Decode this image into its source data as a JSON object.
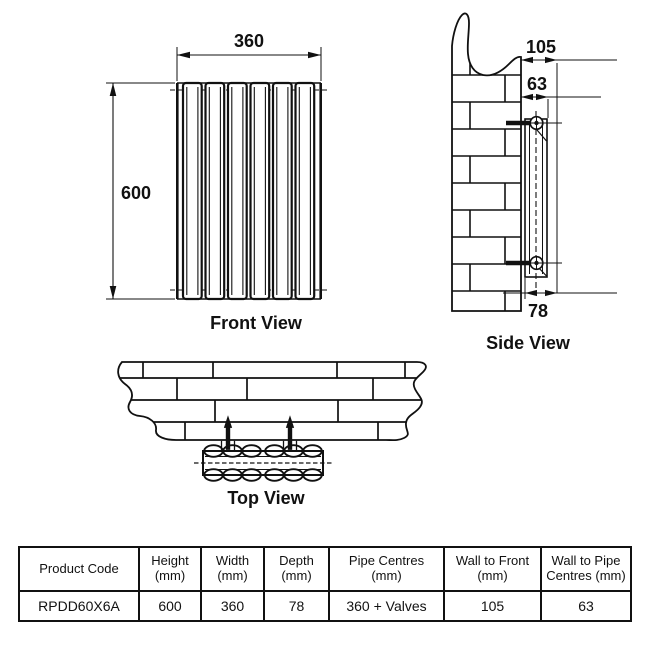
{
  "drawing": {
    "front_view": {
      "label": "Front View",
      "dim_width": "360",
      "dim_height": "600"
    },
    "side_view": {
      "label": "Side View",
      "dim_wall_to_front": "105",
      "dim_wall_to_pipe_centres": "63",
      "dim_depth": "78"
    },
    "top_view": {
      "label": "Top View"
    }
  },
  "table": {
    "headers": [
      "Product Code",
      "Height (mm)",
      "Width (mm)",
      "Depth (mm)",
      "Pipe Centres (mm)",
      "Wall to Front (mm)",
      "Wall to Pipe Centres (mm)"
    ],
    "row": [
      "RPDD60X6A",
      "600",
      "360",
      "78",
      "360 + Valves",
      "105",
      "63"
    ]
  },
  "colors": {
    "ink": "#111111",
    "background": "#ffffff"
  }
}
